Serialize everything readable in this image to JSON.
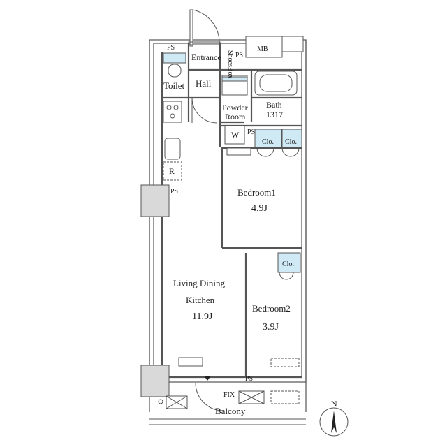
{
  "rooms": {
    "entrance": "Entrance",
    "shoes_box": "ShoesBox",
    "ps_top_left": "PS",
    "ps_top_right": "PS",
    "mb": "MB",
    "toilet": "Toilet",
    "hall": "Hall",
    "powder_room_line1": "Powder",
    "powder_room_line2": "Room",
    "bath": "Bath",
    "bath_size": "1317",
    "washer": "W",
    "ps_mid": "PS",
    "clo1": "Clo.",
    "clo2": "Clo.",
    "fridge": "R",
    "ps_kitchen": "PS",
    "bedroom1": "Bedroom1",
    "bedroom1_area": "4.9J",
    "clo3": "Clo.",
    "ldk_line1": "Living Dining",
    "ldk_line2": "Kitchen",
    "ldk_area": "11.9J",
    "bedroom2": "Bedroom2",
    "bedroom2_area": "3.9J",
    "ps_bottom": "PS",
    "fix": "FIX",
    "balcony": "Balcony"
  },
  "compass": {
    "label": "N"
  },
  "colors": {
    "fixture_fill": "#cfe9f5",
    "wall": "#555555",
    "column": "#d9d9d9"
  }
}
